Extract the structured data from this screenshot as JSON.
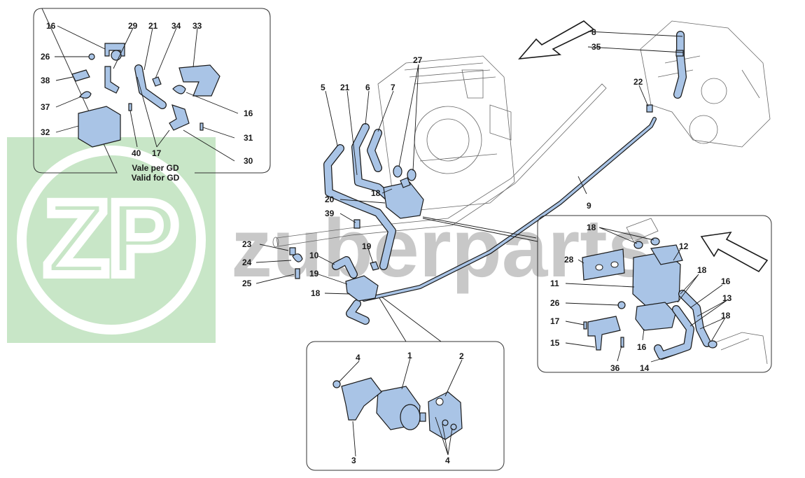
{
  "watermark": {
    "logo_text": "ZP",
    "brand_text": "zuberparts",
    "logo_color": "#7dc47a"
  },
  "inset_top_left": {
    "caption_line1": "Vale per GD",
    "caption_line2": "Valid for GD"
  },
  "labels": {
    "tl_16a": "16",
    "tl_29": "29",
    "tl_21": "21",
    "tl_34": "34",
    "tl_33": "33",
    "tl_26": "26",
    "tl_38": "38",
    "tl_37": "37",
    "tl_32": "32",
    "tl_16b": "16",
    "tl_31": "31",
    "tl_30": "30",
    "tl_40": "40",
    "tl_17": "17",
    "m_5": "5",
    "m_21": "21",
    "m_6": "6",
    "m_7": "7",
    "m_27": "27",
    "m_20": "20",
    "m_18": "18",
    "m_39": "39",
    "m_23": "23",
    "m_24": "24",
    "m_25": "25",
    "m_10": "10",
    "m_19a": "19",
    "m_19b": "19",
    "m_18b": "18",
    "m_9": "9",
    "m_8": "8",
    "m_35": "35",
    "m_22": "22",
    "r_18a": "18",
    "r_28": "28",
    "r_12": "12",
    "r_11": "11",
    "r_18b": "18",
    "r_16a": "16",
    "r_26": "26",
    "r_13": "13",
    "r_18c": "18",
    "r_17": "17",
    "r_15": "15",
    "r_16b": "16",
    "r_36": "36",
    "r_14": "14",
    "b_4a": "4",
    "b_1": "1",
    "b_2": "2",
    "b_3": "3",
    "b_4b": "4"
  },
  "colors": {
    "part_fill": "#a9c4e6",
    "outline": "#1a1a1a"
  }
}
